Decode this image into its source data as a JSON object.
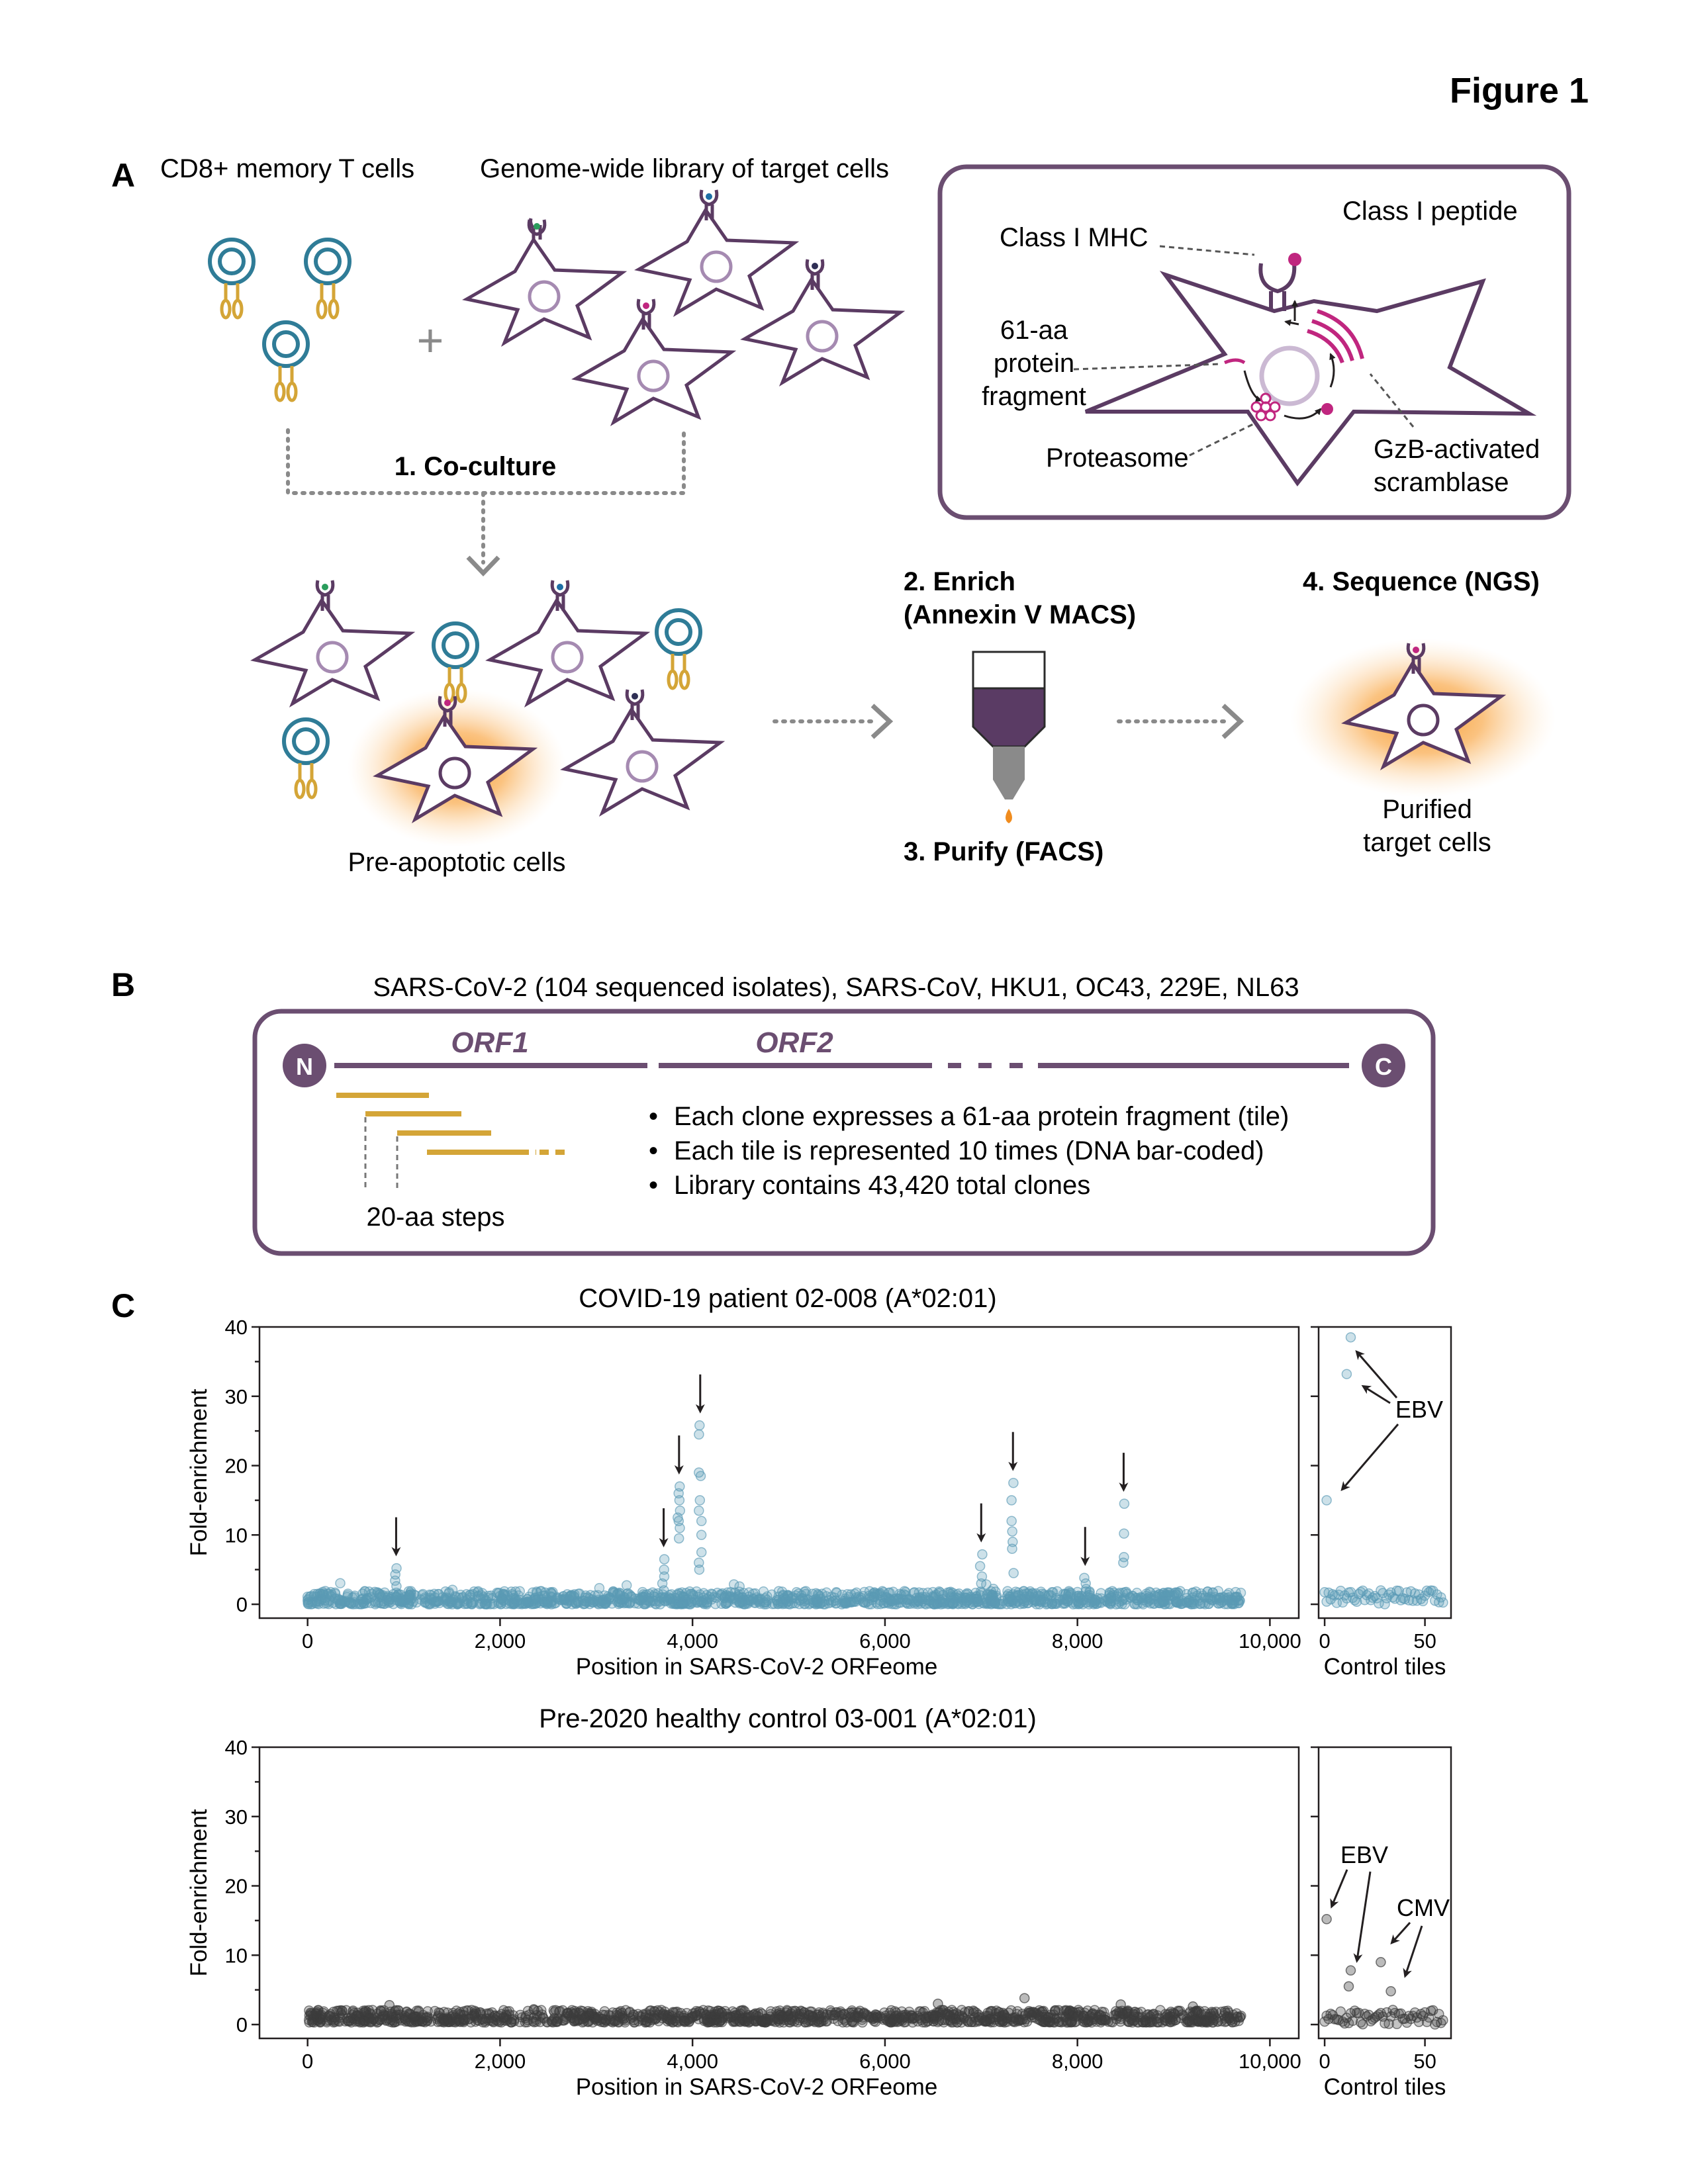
{
  "figure": {
    "title": "Figure 1"
  },
  "panel_a": {
    "label": "A",
    "tcells_label": "CD8+ memory T cells",
    "library_label": "Genome-wide library of target cells",
    "plus": "+",
    "step1": "1. Co-culture",
    "pre_apoptotic": "Pre-apoptotic cells",
    "step2_line1": "2. Enrich",
    "step2_line2": "(Annexin V MACS)",
    "step3": "3. Purify (FACS)",
    "step4": "4. Sequence (NGS)",
    "purified_line1": "Purified",
    "purified_line2": "target cells",
    "inset": {
      "mhc": "Class I MHC",
      "peptide": "Class I peptide",
      "fragment_line1": "61-aa",
      "fragment_line2": "protein",
      "fragment_line3": "fragment",
      "proteasome": "Proteasome",
      "gzb_line1": "GzB-activated",
      "gzb_line2": "scramblase"
    }
  },
  "panel_b": {
    "label": "B",
    "title": "SARS-CoV-2 (104 sequenced isolates), SARS-CoV, HKU1, OC43, 229E, NL63",
    "n_term": "N",
    "c_term": "C",
    "orf1": "ORF1",
    "orf2": "ORF2",
    "steps": "20-aa steps",
    "bullets": [
      "Each clone expresses a 61-aa protein fragment (tile)",
      "Each tile is represented 10 times (DNA bar-coded)",
      "Library contains 43,420 total clones"
    ],
    "bullet_mark": "•"
  },
  "panel_c": {
    "label": "C",
    "colors": {
      "patient": "#5b9ab5",
      "control": "#3c3c3c",
      "arrow": "#231f20"
    },
    "plots": [
      {
        "title": "COVID-19 patient 02-008 (A*02:01)",
        "ylabel": "Fold-enrichment",
        "xlabel": "Position in SARS-CoV-2 ORFeome",
        "xticks": [
          "0",
          "2,000",
          "4,000",
          "6,000",
          "8,000",
          "10,000"
        ],
        "yticks": [
          "0",
          "10",
          "20",
          "30",
          "40"
        ],
        "ctrl_xlabel": "Control tiles",
        "ctrl_xticks": [
          "0",
          "50"
        ],
        "ctrl_annotation": "EBV"
      },
      {
        "title": "Pre-2020 healthy control 03-001 (A*02:01)",
        "ylabel": "Fold-enrichment",
        "xlabel": "Position in SARS-CoV-2 ORFeome",
        "xticks": [
          "0",
          "2,000",
          "4,000",
          "6,000",
          "8,000",
          "10,000"
        ],
        "yticks": [
          "0",
          "10",
          "20",
          "30",
          "40"
        ],
        "ctrl_xlabel": "Control tiles",
        "ctrl_xticks": [
          "0",
          "50"
        ],
        "ctrl_annotation_1": "EBV",
        "ctrl_annotation_2": "CMV"
      }
    ]
  },
  "chart_data": [
    {
      "type": "scatter",
      "title": "COVID-19 patient 02-008 (A*02:01)",
      "xlabel": "Position in SARS-CoV-2 ORFeome",
      "ylabel": "Fold-enrichment",
      "xlim": [
        -500,
        10300
      ],
      "ylim": [
        -2,
        40
      ],
      "color": "#5b9ab5",
      "baseline": {
        "x_range": [
          0,
          9700
        ],
        "typical_y_range": [
          0,
          2
        ]
      },
      "peaks": [
        {
          "x": 920,
          "y": [
            5.2,
            4.3,
            3.4,
            2.6
          ]
        },
        {
          "x": 3700,
          "y": [
            6.5,
            5.0,
            4.0,
            3.0,
            2.0
          ]
        },
        {
          "x": 3860,
          "y": [
            17.0,
            16.0,
            15.0,
            13.5,
            12.5,
            12.0,
            11.0,
            9.5
          ]
        },
        {
          "x": 4080,
          "y": [
            25.8,
            24.5,
            19.0,
            18.5,
            15.0,
            13.5,
            12.0,
            10.0,
            7.5,
            6.0,
            5.0
          ]
        },
        {
          "x": 7000,
          "y": [
            7.2,
            5.5,
            4.0,
            3.0
          ]
        },
        {
          "x": 7330,
          "y": [
            17.5,
            15.0,
            12.0,
            10.5,
            9.0,
            8.0,
            4.5
          ]
        },
        {
          "x": 8080,
          "y": [
            3.8,
            3.0,
            2.2
          ]
        },
        {
          "x": 8480,
          "y": [
            14.5,
            10.2,
            6.8,
            6.0
          ]
        }
      ],
      "arrow_x": [
        920,
        3700,
        3860,
        4080,
        7000,
        7330,
        8080,
        8480
      ]
    },
    {
      "type": "scatter",
      "title": "Control tiles",
      "xlabel": "Control tiles",
      "ylabel": "Fold-enrichment",
      "xlim": [
        -3,
        63
      ],
      "ylim": [
        -2,
        40
      ],
      "color": "#5b9ab5",
      "highlighted": [
        {
          "x": 1,
          "y": 15.0
        },
        {
          "x": 11,
          "y": 33.2
        },
        {
          "x": 13,
          "y": 38.5
        }
      ],
      "annotation": "EBV"
    },
    {
      "type": "scatter",
      "title": "Pre-2020 healthy control 03-001 (A*02:01)",
      "xlabel": "Position in SARS-CoV-2 ORFeome",
      "ylabel": "Fold-enrichment",
      "xlim": [
        -500,
        10300
      ],
      "ylim": [
        -2,
        40
      ],
      "color": "#3c3c3c",
      "baseline": {
        "x_range": [
          0,
          9700
        ],
        "typical_y_range": [
          0,
          2.5
        ]
      },
      "sparse_points": [
        {
          "x": 850,
          "y": 2.8
        },
        {
          "x": 2350,
          "y": 2.2
        },
        {
          "x": 4500,
          "y": 2.0
        },
        {
          "x": 6550,
          "y": 3.0
        },
        {
          "x": 7450,
          "y": 3.8
        },
        {
          "x": 8450,
          "y": 2.9
        },
        {
          "x": 9200,
          "y": 2.6
        }
      ]
    },
    {
      "type": "scatter",
      "title": "Control tiles",
      "xlabel": "Control tiles",
      "ylabel": "Fold-enrichment",
      "xlim": [
        -3,
        63
      ],
      "ylim": [
        -2,
        40
      ],
      "color": "#3c3c3c",
      "highlighted": [
        {
          "x": 1,
          "y": 15.2,
          "label": "EBV"
        },
        {
          "x": 13,
          "y": 7.8,
          "label": "EBV"
        },
        {
          "x": 12,
          "y": 5.5,
          "label": "EBV"
        },
        {
          "x": 28,
          "y": 9.0,
          "label": "CMV"
        },
        {
          "x": 33,
          "y": 4.8,
          "label": "CMV"
        }
      ]
    }
  ]
}
